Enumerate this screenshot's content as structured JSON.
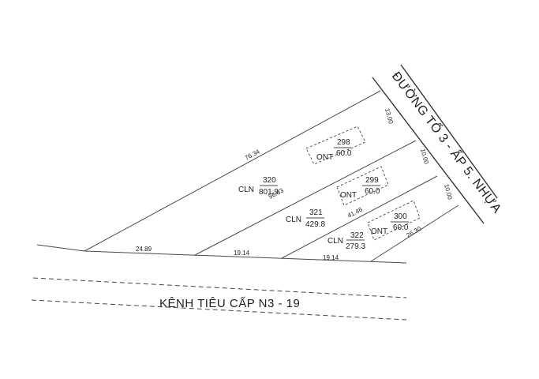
{
  "road_label": "ĐƯỜNG TỔ 3 - ẤP 5. NHỰA",
  "canal_label": "KÊNH TIÊU CẤP N3 - 19",
  "parcels": [
    {
      "type": "CLN",
      "number": "320",
      "area": "801.9"
    },
    {
      "type": "CLN",
      "number": "321",
      "area": "429.8"
    },
    {
      "type": "CLN",
      "number": "322",
      "area": "279.3"
    }
  ],
  "residential": [
    {
      "type": "ONT",
      "number": "298",
      "area": "60.0"
    },
    {
      "type": "ONT",
      "number": "299",
      "area": "60.0"
    },
    {
      "type": "ONT",
      "number": "300",
      "area": "60.0"
    }
  ],
  "dimensions": {
    "top_edge": "76.34",
    "divider_1": "56.63",
    "divider_2": "41.46",
    "bottom_edge": "26.30",
    "road_seg_1": "13.00",
    "road_seg_2": "10.00",
    "road_seg_3": "10.00",
    "front_1": "24.89",
    "front_2": "19.14",
    "front_3": "19.14"
  }
}
